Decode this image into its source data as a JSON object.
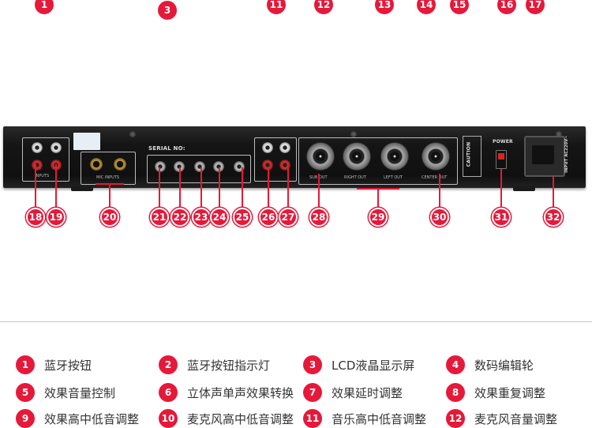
{
  "top_callouts": [
    "1",
    "3",
    "11",
    "12",
    "13",
    "14",
    "15",
    "16",
    "17"
  ],
  "bottom_callouts": [
    "18",
    "19",
    "20",
    "21",
    "22",
    "23",
    "24",
    "25",
    "26",
    "27",
    "28",
    "29",
    "30",
    "31",
    "32"
  ],
  "panel": {
    "serial_label": "SERIAL NO:",
    "power_label": "POWER",
    "caution_label": "CAUTION",
    "inputs_label": "INPUTS",
    "mic_inputs_label": "MIC INPUTS",
    "sub_out_label": "SUB OUT",
    "right_out_label": "RIGHT OUT",
    "left_out_label": "LEFT OUT",
    "center_out_label": "CENTER OUT",
    "voltage_label": "INPUT AC220V~"
  },
  "legend": [
    {
      "num": "1",
      "text": "蓝牙按钮"
    },
    {
      "num": "2",
      "text": "蓝牙按钮指示灯"
    },
    {
      "num": "3",
      "text": "LCD液晶显示屏"
    },
    {
      "num": "4",
      "text": "数码编辑轮"
    },
    {
      "num": "5",
      "text": "效果音量控制"
    },
    {
      "num": "6",
      "text": "立体声单声效果转换"
    },
    {
      "num": "7",
      "text": "效果延时调整"
    },
    {
      "num": "8",
      "text": "效果重复调整"
    },
    {
      "num": "9",
      "text": "效果高中低音调整"
    },
    {
      "num": "10",
      "text": "麦克风高中低音调整"
    },
    {
      "num": "11",
      "text": "音乐高中低音调整"
    },
    {
      "num": "12",
      "text": "麦克风音量调整"
    }
  ],
  "colors": {
    "badge": "#e5193a",
    "chassis": "#151515"
  }
}
